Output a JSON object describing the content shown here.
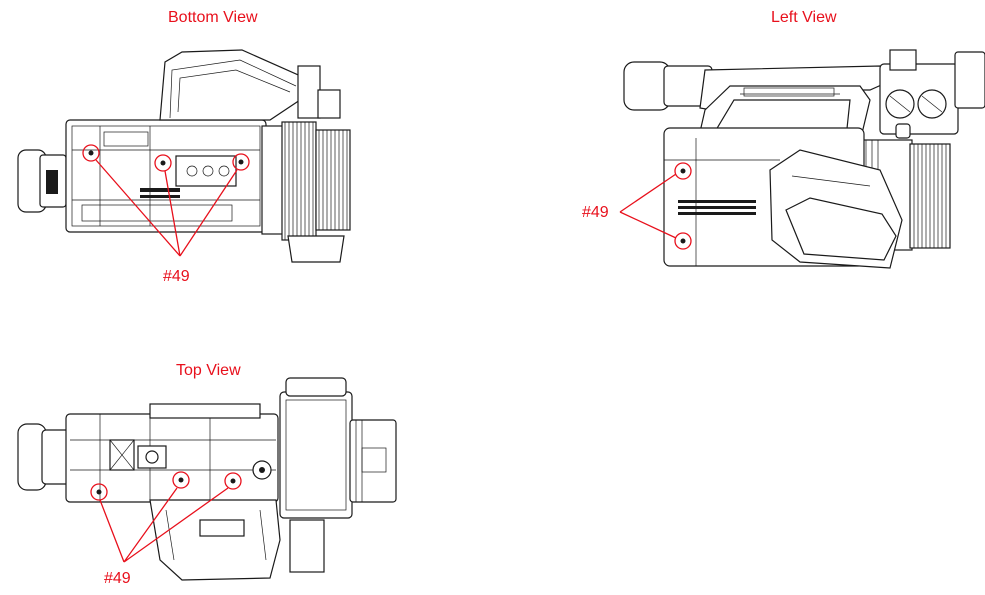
{
  "views": {
    "bottom": {
      "title": "Bottom View",
      "callout": "#49"
    },
    "left": {
      "title": "Left View",
      "callout": "#49"
    },
    "top": {
      "title": "Top View",
      "callout": "#49"
    }
  },
  "colors": {
    "annotation": "#e8101c",
    "line": "#1a1a1a"
  }
}
